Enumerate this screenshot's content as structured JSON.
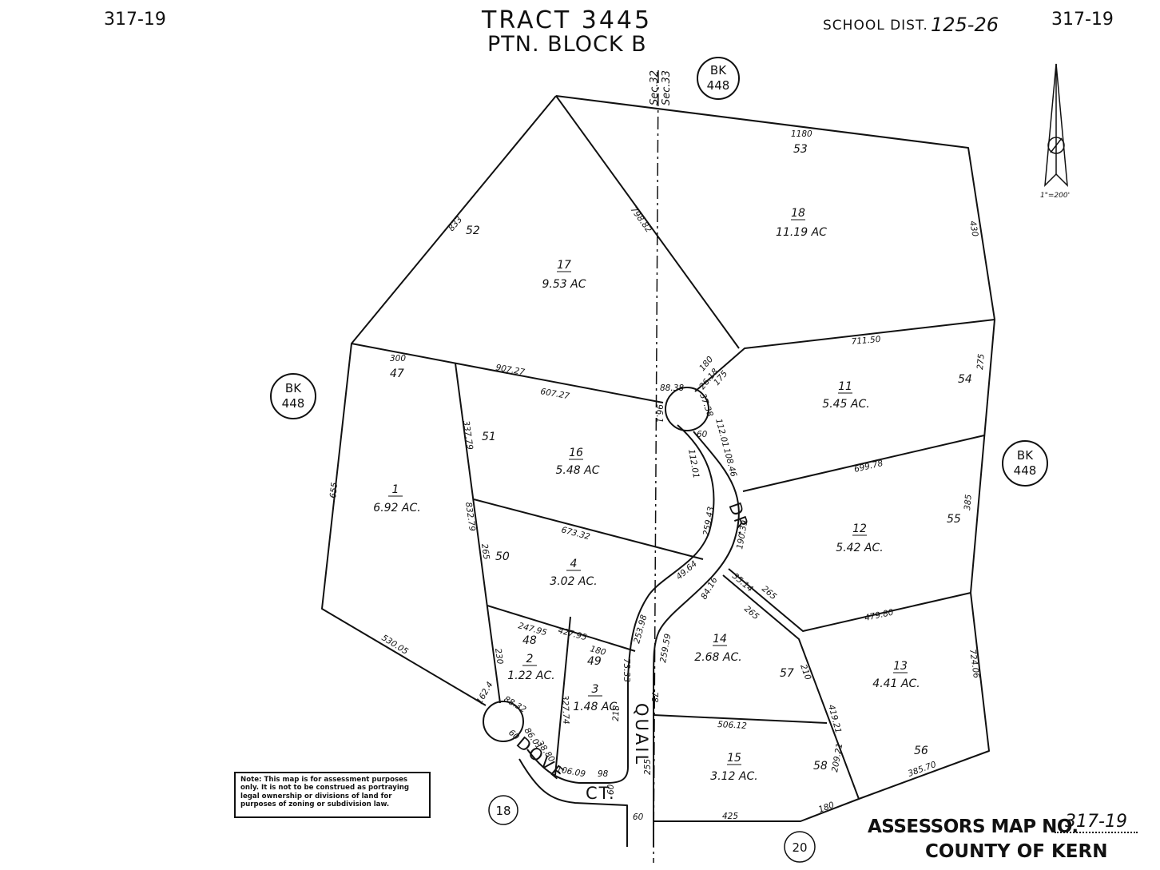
{
  "header": {
    "map_ref_left": "317-19",
    "map_ref_right": "317-19",
    "tract": "TRACT 3445",
    "block": "PTN. BLOCK B",
    "school_dist_label": "SCHOOL DIST.",
    "school_dist_value": "125-26"
  },
  "north_arrow": {
    "scale": "1\"=200'"
  },
  "book_refs": [
    {
      "line1": "BK",
      "line2": "448"
    },
    {
      "line1": "BK",
      "line2": "448"
    },
    {
      "line1": "BK",
      "line2": "448"
    }
  ],
  "section_labels": [
    "Sec.32",
    "Sec.33"
  ],
  "streets": {
    "quail": "QUAIL",
    "dr": "DR.",
    "dove": "DOVE",
    "ct": "CT."
  },
  "parcels": [
    {
      "num": "1",
      "area": "6.92 AC."
    },
    {
      "num": "2",
      "area": "1.22 AC."
    },
    {
      "num": "3",
      "area": "1.48 AC."
    },
    {
      "num": "4",
      "area": "3.02 AC."
    },
    {
      "num": "11",
      "area": "5.45 AC."
    },
    {
      "num": "12",
      "area": "5.42 AC."
    },
    {
      "num": "13",
      "area": "4.41 AC."
    },
    {
      "num": "14",
      "area": "2.68 AC."
    },
    {
      "num": "15",
      "area": "3.12 AC."
    },
    {
      "num": "16",
      "area": "5.48 AC"
    },
    {
      "num": "17",
      "area": "9.53 AC"
    },
    {
      "num": "18",
      "area": "11.19 AC"
    }
  ],
  "lot_numbers": [
    "47",
    "48",
    "49",
    "50",
    "51",
    "52",
    "53",
    "54",
    "55",
    "56",
    "57",
    "58"
  ],
  "dimensions": [
    "1180",
    "430",
    "833",
    "798.82",
    "300",
    "907.27",
    "607.27",
    "711.50",
    "275",
    "180",
    "26.18",
    "175",
    "88.38",
    "37.38",
    "96.1",
    "60",
    "112.01",
    "112.01",
    "108.46",
    "337.79",
    "655",
    "699.78",
    "385",
    "832.79",
    "265",
    "673.32",
    "259.43",
    "190.39",
    "49.64",
    "35.14",
    "84.16",
    "265",
    "265",
    "479.80",
    "247.95",
    "427.95",
    "180",
    "253.98",
    "259.59",
    "530.05",
    "230",
    "73.33",
    "724.06",
    "210",
    "327.74",
    "218",
    "78",
    "419.21",
    "506.12",
    "162.4",
    "88.32",
    "60",
    "86.01",
    "38.80",
    "106.09",
    "98",
    "60",
    "255",
    "209.21",
    "385.70",
    "60",
    "425",
    "180"
  ],
  "adjacent": [
    {
      "label": "18"
    },
    {
      "label": "20"
    }
  ],
  "note": "Note: This map is for assessment purposes only. It is not to be construed as portraying legal ownership or divisions of land for purposes of zoning or subdivision law.",
  "footer": {
    "assessor_label": "ASSESSORS MAP NO.",
    "assessor_value": "317-19",
    "county": "COUNTY OF KERN"
  }
}
